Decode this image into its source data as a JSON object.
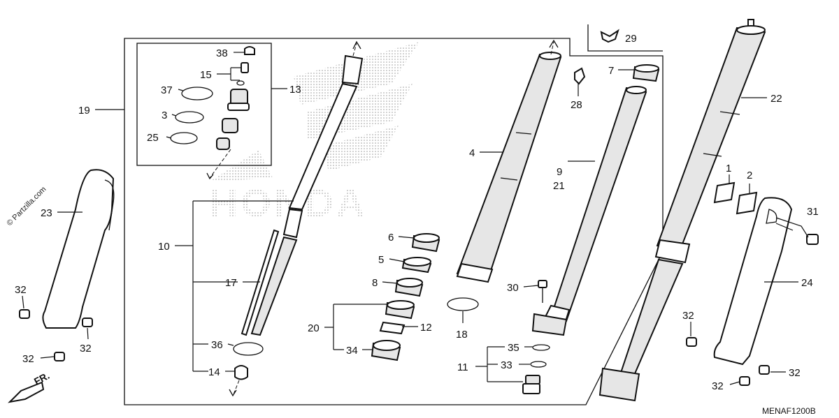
{
  "watermark": "© Partzilla.com",
  "diagram_code": "MENAF1200B",
  "direction_label": "FR.",
  "brand_watermark": "HONDA",
  "part_labels": {
    "p1": "1",
    "p2": "2",
    "p3": "3",
    "p4": "4",
    "p5": "5",
    "p6": "6",
    "p7": "7",
    "p8": "8",
    "p9": "9",
    "p10": "10",
    "p11": "11",
    "p12": "12",
    "p13": "13",
    "p14": "14",
    "p15": "15",
    "p17": "17",
    "p18": "18",
    "p19": "19",
    "p20": "20",
    "p21": "21",
    "p22": "22",
    "p23": "23",
    "p24": "24",
    "p25": "25",
    "p28": "28",
    "p29": "29",
    "p30": "30",
    "p31": "31",
    "p32a": "32",
    "p32b": "32",
    "p32c": "32",
    "p32d": "32",
    "p32e": "32",
    "p32f": "32",
    "p33": "33",
    "p34": "34",
    "p35": "35",
    "p36": "36",
    "p37": "37",
    "p38": "38"
  }
}
